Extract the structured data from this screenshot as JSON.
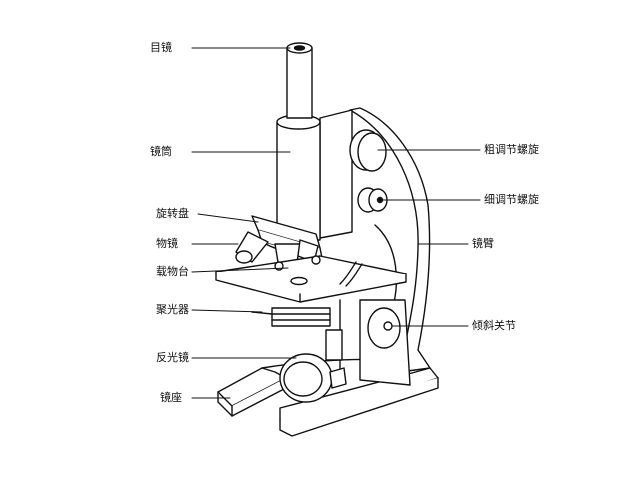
{
  "labels": {
    "eyepiece": "目镜",
    "tube": "镜筒",
    "nosepiece": "旋转盘",
    "objective": "物镜",
    "stage": "载物台",
    "condenser": "聚光器",
    "mirror": "反光镜",
    "base": "镜座",
    "coarse_focus": "粗调节螺旋",
    "fine_focus": "细调节螺旋",
    "arm": "镜臂",
    "tilt_joint": "倾斜关节"
  }
}
